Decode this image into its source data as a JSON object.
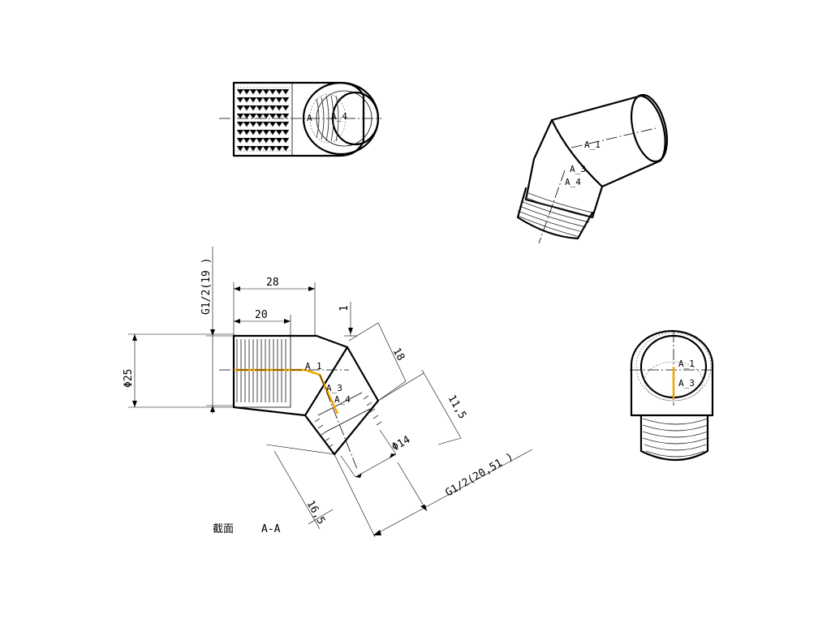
{
  "section_caption": {
    "prefix": "截面",
    "name": "A-A"
  },
  "dimensions": {
    "length_28": "28",
    "length_20": "20",
    "offset_1": "1",
    "length_18": "18",
    "length_11_5": "11,5",
    "length_16_5": "16,5",
    "thread_top": "G1/2(19  )",
    "thread_bottom": "G1/2(20,51  )",
    "diameter_25": "Φ25",
    "diameter_14": "Φ14"
  },
  "labels": {
    "a1": "A_1",
    "a3": "A_3",
    "a4": "A_4",
    "a_short": "A",
    "a1_short": "1"
  },
  "colors": {
    "section_line": "#f0a500",
    "lines": "#000000"
  }
}
